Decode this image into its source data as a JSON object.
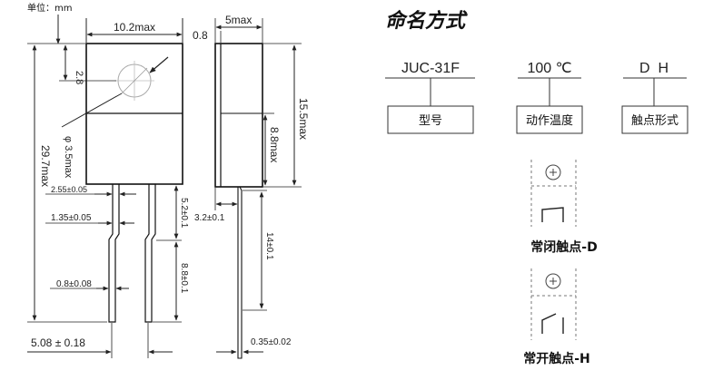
{
  "drawing": {
    "unit_label": "单位：mm",
    "front": {
      "width_max": "10.2max",
      "hole_offset": "2.8",
      "hole_dia": "φ 3.5max",
      "height_total": "29.7max",
      "pin_shoulder": "2.55±0.05",
      "pin_width": "1.35±0.05",
      "pin_tip_width": "0.8±0.08",
      "pin_pitch": "5.08 ± 0.18",
      "shoulder_len": "5.2±0.1",
      "tip_len": "8.8±0.1"
    },
    "side": {
      "thickness_max": "5max",
      "flange": "0.8",
      "body_height": "15.5max",
      "tab_height": "8.8max",
      "lead_offset": "3.2±0.1",
      "lead_len": "14±0.1",
      "lead_thick": "0.35±0.02"
    }
  },
  "naming": {
    "title": "命名方式",
    "fields": [
      {
        "code": "JUC-31F",
        "label": "型号"
      },
      {
        "code": "100 ℃",
        "label": "动作温度"
      },
      {
        "code": "D  H",
        "label": "触点形式"
      }
    ],
    "symbols": [
      {
        "caption": "常闭触点-D",
        "state": "closed"
      },
      {
        "caption": "常开触点-H",
        "state": "open"
      }
    ]
  }
}
